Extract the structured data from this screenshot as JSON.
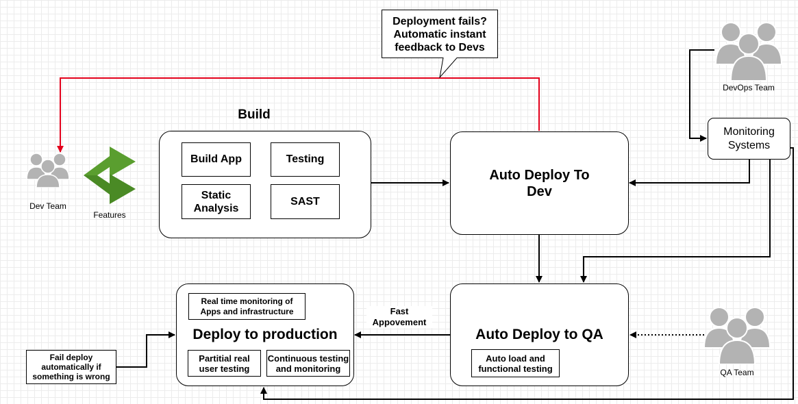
{
  "callout": {
    "line1": "Deployment fails?",
    "line2": "Automatic instant",
    "line3": "feedback to Devs"
  },
  "actors": {
    "dev_team": "Dev Team",
    "devops_team": "DevOps Team",
    "qa_team": "QA Team",
    "features": "Features"
  },
  "build": {
    "title": "Build",
    "build_app": "Build App",
    "testing": "Testing",
    "static_analysis_1": "Static",
    "static_analysis_2": "Analysis",
    "sast": "SAST"
  },
  "auto_deploy_dev": {
    "line1": "Auto Deploy To",
    "line2": "Dev"
  },
  "monitoring": {
    "line1": "Monitoring",
    "line2": "Systems"
  },
  "auto_deploy_qa": {
    "title": "Auto Deploy to QA",
    "sub1": "Auto load and",
    "sub2": "functional testing"
  },
  "prod": {
    "title": "Deploy to production",
    "monitor1": "Real time monitoring of",
    "monitor2": "Apps and infrastructure",
    "partial1": "Partitial real",
    "partial2": "user testing",
    "continuous1": "Continuous testing",
    "continuous2": "and monitoring"
  },
  "fast_approval": {
    "line1": "Fast",
    "line2": "Appovement"
  },
  "fail_deploy": {
    "line1": "Fail deploy",
    "line2": "automatically if",
    "line3": "something is wrong"
  },
  "colors": {
    "feedback_line": "#e3001b",
    "features_icon": "#5a9e2f",
    "person_icon": "#b3b3b3"
  }
}
